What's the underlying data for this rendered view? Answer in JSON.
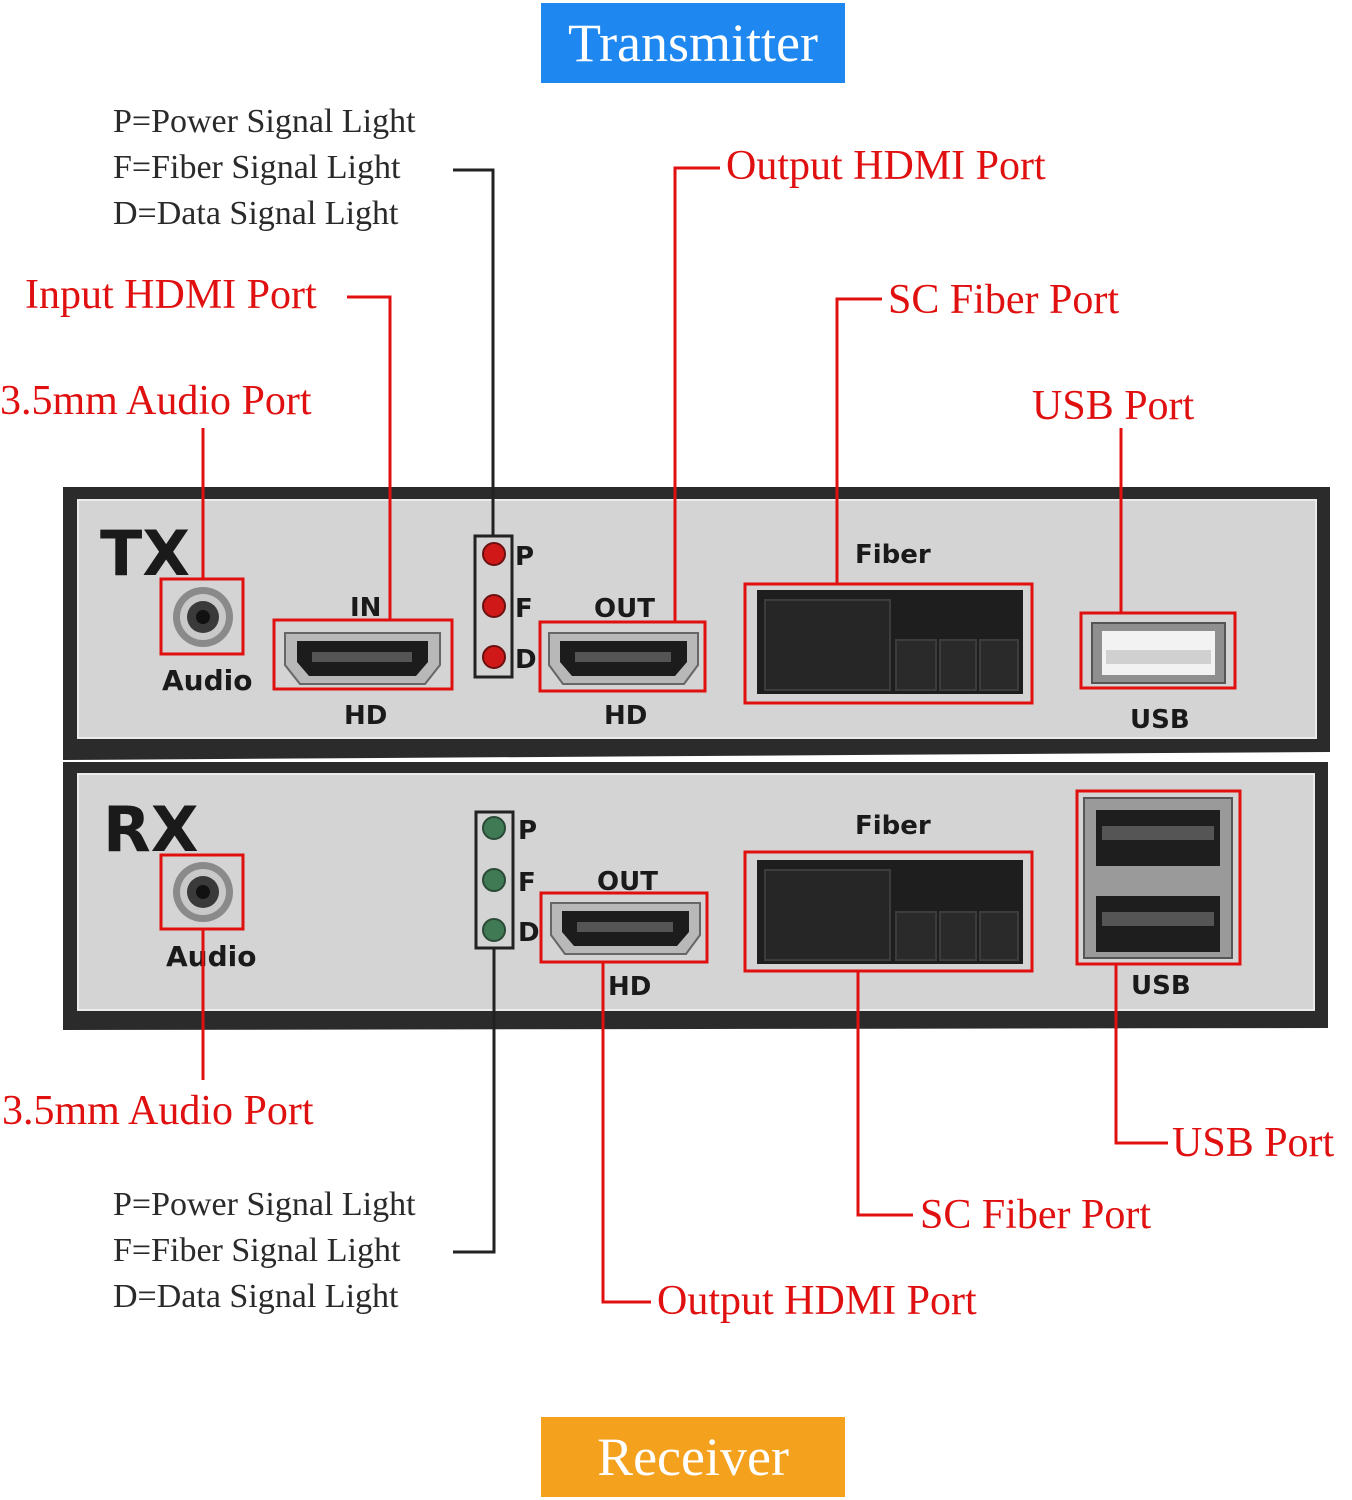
{
  "banners": {
    "transmitter": "Transmitter",
    "receiver": "Receiver"
  },
  "legend": {
    "power": "P=Power Signal Light",
    "fiber": "F=Fiber Signal Light",
    "data": "D=Data Signal Light"
  },
  "tx_callouts": {
    "input_hdmi": "Input HDMI Port",
    "audio": "3.5mm Audio Port",
    "output_hdmi": "Output HDMI Port",
    "sc_fiber": "SC Fiber Port",
    "usb": "USB Port"
  },
  "rx_callouts": {
    "audio": "3.5mm Audio Port",
    "usb": "USB Port",
    "sc_fiber": "SC Fiber Port",
    "output_hdmi": "Output HDMI Port"
  },
  "tx_panel": {
    "model": "TX",
    "audio": "Audio",
    "in": "IN",
    "hd_in": "HD",
    "out": "OUT",
    "hd_out": "HD",
    "fiber": "Fiber",
    "usb": "USB",
    "led_p": "P",
    "led_f": "F",
    "led_d": "D"
  },
  "rx_panel": {
    "model": "RX",
    "audio": "Audio",
    "out": "OUT",
    "hd_out": "HD",
    "fiber": "Fiber",
    "usb": "USB",
    "led_p": "P",
    "led_f": "F",
    "led_d": "D"
  },
  "colors": {
    "callout": "#e01010",
    "transmitter_banner": "#1e88f0",
    "receiver_banner": "#f4a11d",
    "tx_led": "#d01818",
    "rx_led": "#3f7a55"
  }
}
